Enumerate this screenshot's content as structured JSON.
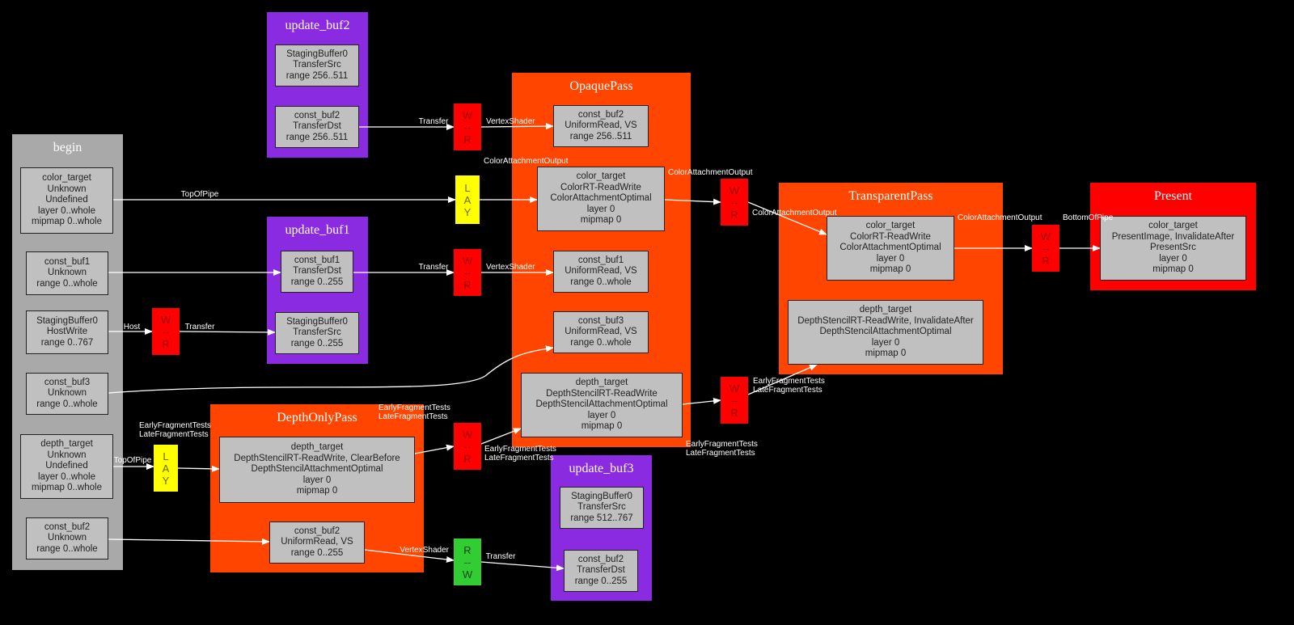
{
  "colors": {
    "background": "#000000",
    "begin_cluster": "#a9a9a9",
    "update_cluster": "#8a2be2",
    "pass_cluster": "#ff4500",
    "present_cluster": "#ff0000",
    "node_fill": "#c0c0c0",
    "barrier_write_read": "#ff0000",
    "barrier_layout": "#ffff00",
    "barrier_read_write": "#32cd32",
    "edge": "#ffffff"
  },
  "clusters": [
    {
      "id": "begin",
      "title": "begin",
      "kind": "begin",
      "nodes": [
        {
          "lines": [
            "color_target",
            "Unknown",
            "Undefined",
            "layer 0..whole",
            "mipmap 0..whole"
          ]
        },
        {
          "lines": [
            "const_buf1",
            "Unknown",
            "range 0..whole"
          ]
        },
        {
          "lines": [
            "StagingBuffer0",
            "HostWrite",
            "range 0..767"
          ]
        },
        {
          "lines": [
            "const_buf3",
            "Unknown",
            "range 0..whole"
          ]
        },
        {
          "lines": [
            "depth_target",
            "Unknown",
            "Undefined",
            "layer 0..whole",
            "mipmap 0..whole"
          ]
        },
        {
          "lines": [
            "const_buf2",
            "Unknown",
            "range 0..whole"
          ]
        }
      ]
    },
    {
      "id": "update_buf2",
      "title": "update_buf2",
      "kind": "update",
      "nodes": [
        {
          "lines": [
            "StagingBuffer0",
            "TransferSrc",
            "range 256..511"
          ]
        },
        {
          "lines": [
            "const_buf2",
            "TransferDst",
            "range 256..511"
          ]
        }
      ]
    },
    {
      "id": "update_buf1",
      "title": "update_buf1",
      "kind": "update",
      "nodes": [
        {
          "lines": [
            "const_buf1",
            "TransferDst",
            "range 0..255"
          ]
        },
        {
          "lines": [
            "StagingBuffer0",
            "TransferSrc",
            "range 0..255"
          ]
        }
      ]
    },
    {
      "id": "depth_only_pass",
      "title": "DepthOnlyPass",
      "kind": "pass",
      "nodes": [
        {
          "lines": [
            "depth_target",
            "DepthStencilRT-ReadWrite, ClearBefore",
            "DepthStencilAttachmentOptimal",
            "layer 0",
            "mipmap 0"
          ]
        },
        {
          "lines": [
            "const_buf2",
            "UniformRead, VS",
            "range 0..255"
          ]
        }
      ]
    },
    {
      "id": "opaque_pass",
      "title": "OpaquePass",
      "kind": "pass",
      "nodes": [
        {
          "lines": [
            "const_buf2",
            "UniformRead, VS",
            "range 256..511"
          ]
        },
        {
          "lines": [
            "color_target",
            "ColorRT-ReadWrite",
            "ColorAttachmentOptimal",
            "layer 0",
            "mipmap 0"
          ]
        },
        {
          "lines": [
            "const_buf1",
            "UniformRead, VS",
            "range 0..whole"
          ]
        },
        {
          "lines": [
            "const_buf3",
            "UniformRead, VS",
            "range 0..whole"
          ]
        },
        {
          "lines": [
            "depth_target",
            "DepthStencilRT-ReadWrite",
            "DepthStencilAttachmentOptimal",
            "layer 0",
            "mipmap 0"
          ]
        }
      ]
    },
    {
      "id": "update_buf3",
      "title": "update_buf3",
      "kind": "update",
      "nodes": [
        {
          "lines": [
            "StagingBuffer0",
            "TransferSrc",
            "range 512..767"
          ]
        },
        {
          "lines": [
            "const_buf2",
            "TransferDst",
            "range 0..255"
          ]
        }
      ]
    },
    {
      "id": "transparent_pass",
      "title": "TransparentPass",
      "kind": "pass",
      "nodes": [
        {
          "lines": [
            "color_target",
            "ColorRT-ReadWrite",
            "ColorAttachmentOptimal",
            "layer 0",
            "mipmap 0"
          ]
        },
        {
          "lines": [
            "depth_target",
            "DepthStencilRT-ReadWrite, InvalidateAfter",
            "DepthStencilAttachmentOptimal",
            "layer 0",
            "mipmap 0"
          ]
        }
      ]
    },
    {
      "id": "present",
      "title": "Present",
      "kind": "present",
      "nodes": [
        {
          "lines": [
            "color_target",
            "PresentImage, InvalidateAfter",
            "PresentSrc",
            "layer 0",
            "mipmap 0"
          ]
        }
      ]
    }
  ],
  "barriers": [
    {
      "type": "write-read",
      "lines": [
        "W",
        "--",
        "R"
      ]
    },
    {
      "type": "layout",
      "lines": [
        "L",
        "A",
        "Y"
      ]
    },
    {
      "type": "write-read",
      "lines": [
        "W",
        "--",
        "R"
      ]
    },
    {
      "type": "write-read",
      "lines": [
        "W",
        "--",
        "R"
      ]
    },
    {
      "type": "layout",
      "lines": [
        "L",
        "A",
        "Y"
      ]
    },
    {
      "type": "write-read",
      "lines": [
        "W",
        "--",
        "R"
      ]
    },
    {
      "type": "write-read",
      "lines": [
        "W",
        "--",
        "R"
      ]
    },
    {
      "type": "write-read",
      "lines": [
        "W",
        "--",
        "R"
      ]
    },
    {
      "type": "write-read",
      "lines": [
        "W",
        "--",
        "R"
      ]
    },
    {
      "type": "read-write",
      "lines": [
        "R",
        "--",
        "W"
      ]
    }
  ],
  "edges": [
    {
      "label": [
        "Transfer"
      ]
    },
    {
      "label": [
        "VertexShader"
      ]
    },
    {
      "label": [
        "TopOfPipe"
      ]
    },
    {
      "label": [
        "ColorAttachmentOutput"
      ]
    },
    {
      "label": []
    },
    {
      "label": [
        "Transfer"
      ]
    },
    {
      "label": [
        "VertexShader"
      ]
    },
    {
      "label": [
        "Host"
      ]
    },
    {
      "label": [
        "Transfer"
      ]
    },
    {
      "label": []
    },
    {
      "label": [
        "TopOfPipe"
      ]
    },
    {
      "label": [
        "EarlyFragmentTests",
        "LateFragmentTests"
      ]
    },
    {
      "label": [
        "EarlyFragmentTests",
        "LateFragmentTests"
      ]
    },
    {
      "label": [
        "EarlyFragmentTests",
        "LateFragmentTests"
      ]
    },
    {
      "label": []
    },
    {
      "label": [
        "VertexShader"
      ]
    },
    {
      "label": [
        "Transfer"
      ]
    },
    {
      "label": [
        "ColorAttachmentOutput"
      ]
    },
    {
      "label": [
        "ColorAttachmentOutput"
      ]
    },
    {
      "label": [
        "EarlyFragmentTests",
        "LateFragmentTests"
      ]
    },
    {
      "label": [
        "EarlyFragmentTests",
        "LateFragmentTests"
      ]
    },
    {
      "label": [
        "ColorAttachmentOutput"
      ]
    },
    {
      "label": [
        "BottomOfPipe"
      ]
    }
  ]
}
